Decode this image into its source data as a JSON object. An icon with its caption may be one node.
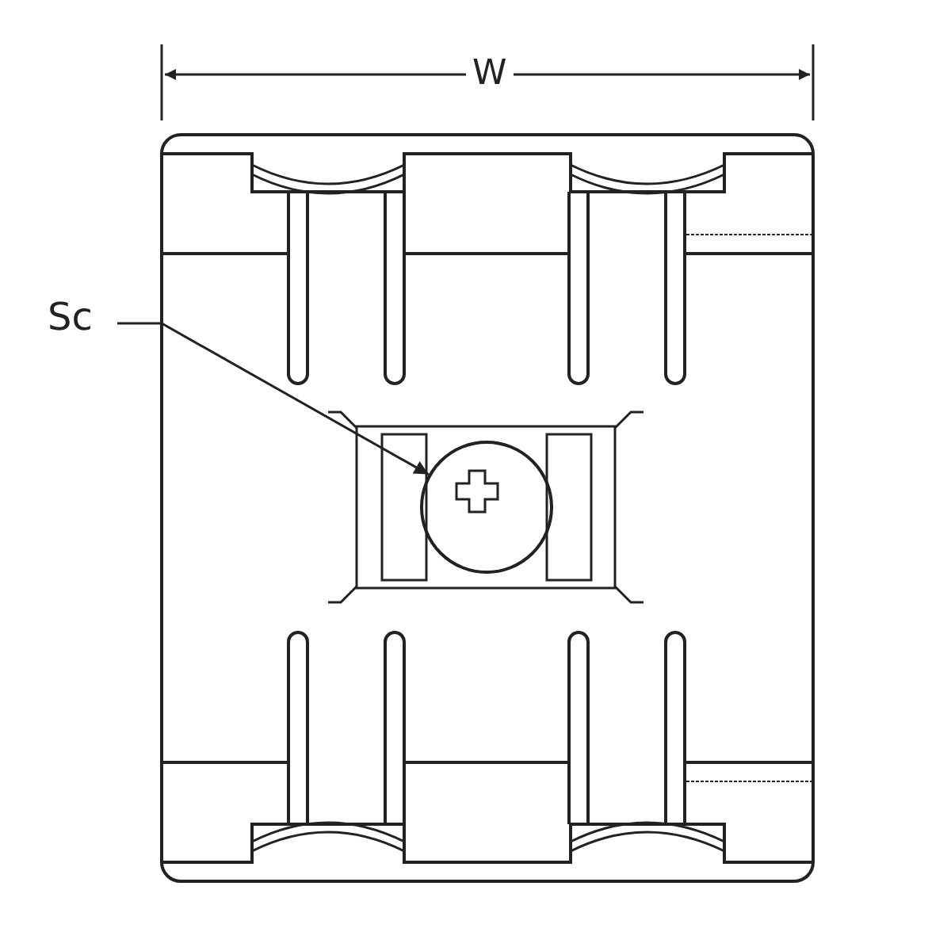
{
  "diagram": {
    "nodes": [
      {
        "text": [
          "Sc"
        ]
      },
      {
        "text": [],
        "shape": "circle"
      }
    ],
    "edges": [
      {
        "from": 0,
        "to": 1,
        "arrow": "to"
      }
    ],
    "labels": [
      "W"
    ]
  }
}
